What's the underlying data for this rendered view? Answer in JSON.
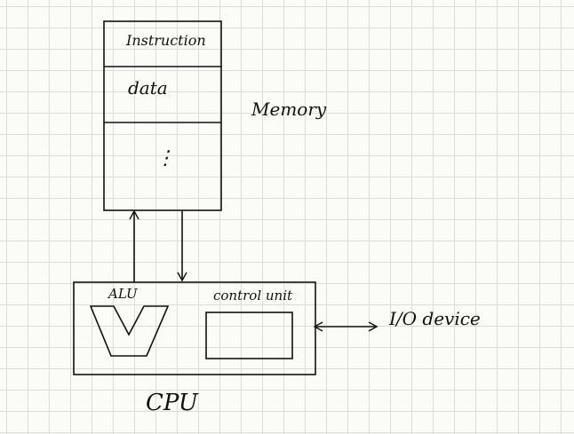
{
  "memory": {
    "title": "Memory",
    "rows": [
      "Instruction",
      "data",
      "⋮"
    ]
  },
  "cpu": {
    "title": "CPU",
    "alu_label": "ALU",
    "control_unit_label": "control unit"
  },
  "io": {
    "label": "I/O device"
  }
}
